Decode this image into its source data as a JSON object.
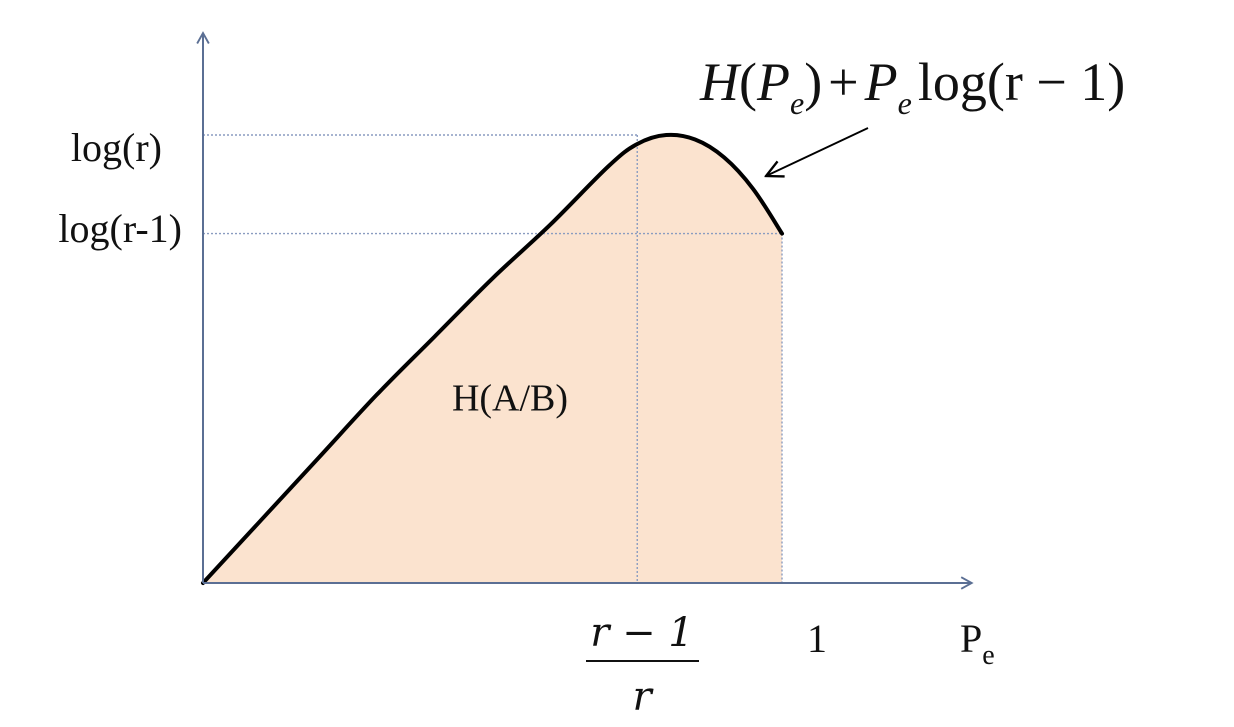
{
  "chart_data": {
    "type": "area",
    "curve_label": {
      "H": "H",
      "lp": "(",
      "P1": "P",
      "sub1": "e",
      "rp": ")",
      "plus": "+",
      "P2": "P",
      "sub2": "e",
      "rest": "log(r − 1)"
    },
    "region_label": "H(A/B)",
    "y_tick_labels": [
      "log(r)",
      "log(r-1)"
    ],
    "x_tick_labels": {
      "peak_numerator": "r − 1",
      "peak_denominator": "r",
      "end": "1"
    },
    "x_axis_label": {
      "main": "P",
      "sub": "e"
    },
    "series": [
      {
        "x": [
          0,
          0.1,
          0.2,
          0.3,
          0.4,
          0.5,
          0.6,
          0.7,
          0.75,
          0.8,
          0.85,
          0.9,
          0.95,
          1.0
        ],
        "y": [
          0,
          0.14,
          0.28,
          0.42,
          0.55,
          0.68,
          0.8,
          0.93,
          0.98,
          1.0,
          0.99,
          0.95,
          0.88,
          0.78
        ]
      }
    ],
    "peak": {
      "x": 0.75,
      "y": 1.0
    },
    "end": {
      "x": 1.0,
      "y": 0.78
    },
    "xlim": [
      0,
      1.3
    ],
    "ylim": [
      0,
      1.25
    ],
    "grid": false,
    "colors": {
      "fill": "#fbe3cf",
      "curve": "#000000",
      "axis": "#5b6f94",
      "guide": "#8a9cc0",
      "arrow": "#000000"
    }
  }
}
